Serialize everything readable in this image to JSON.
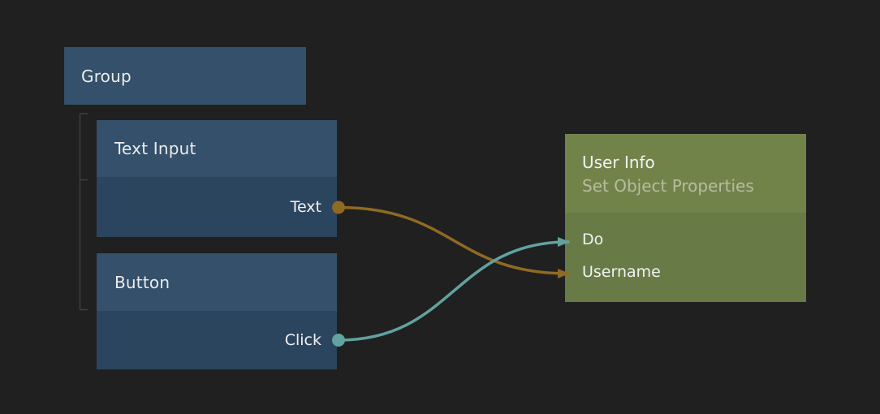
{
  "editor": {
    "background_color": "#202020",
    "bracket_color": "#3e3e3e",
    "node_colors": {
      "blue_header": "#34506a",
      "blue_body": "#2c455f",
      "green_header": "#72834a",
      "green_body": "#687a46"
    }
  },
  "nodes": {
    "group": {
      "title": "Group"
    },
    "text_input": {
      "title": "Text Input",
      "outputs": [
        {
          "label": "Text",
          "color": "#8f6a23"
        }
      ]
    },
    "button": {
      "title": "Button",
      "outputs": [
        {
          "label": "Click",
          "color": "#62a2a0"
        }
      ]
    },
    "user_info": {
      "title": "User Info",
      "subtitle": "Set Object Properties",
      "inputs": [
        {
          "label": "Do"
        },
        {
          "label": "Username"
        }
      ]
    }
  },
  "connections": [
    {
      "from_node": "Text Input",
      "from_port": "Text",
      "to_node": "User Info",
      "to_port": "Username",
      "color": "#8f6a23"
    },
    {
      "from_node": "Button",
      "from_port": "Click",
      "to_node": "User Info",
      "to_port": "Do",
      "color": "#62a2a0"
    }
  ]
}
